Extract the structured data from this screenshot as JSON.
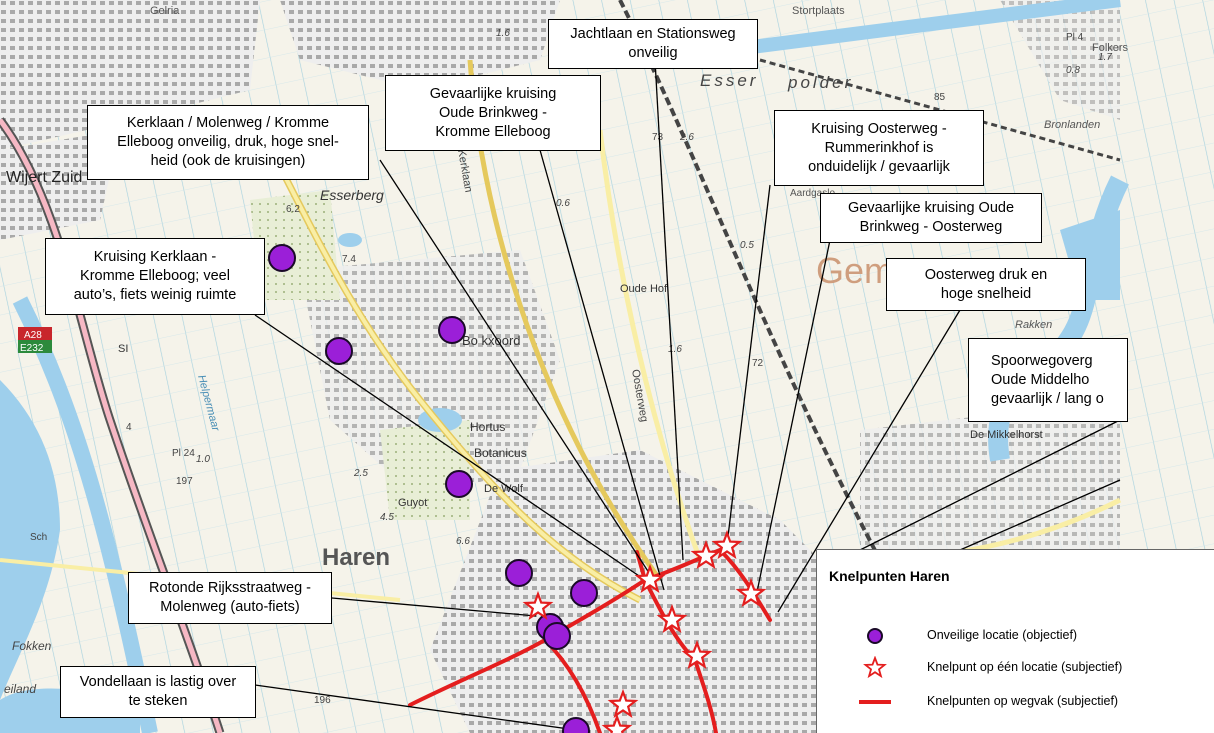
{
  "colors": {
    "water": "#9ecfec",
    "land": "#f4f2e9",
    "field_line": "#8fc6d8",
    "built": "#b9b9b9",
    "road": "#f2e28e",
    "danger": "#e41e1e",
    "dot": "#9b1fd8"
  },
  "callouts": [
    {
      "id": "jachtlaan",
      "text": "Jachtlaan en Stationsweg\nonveilig"
    },
    {
      "id": "oude-brinkweg-kromme",
      "text": "Gevaarlijke kruising\nOude Brinkweg -\nKromme Elleboog"
    },
    {
      "id": "kerklaan-molenweg",
      "text": "Kerklaan / Molenweg / Kromme\nElleboog onveilig, druk, hoge snel-\nheid (ook de kruisingen)"
    },
    {
      "id": "rummerinkhof",
      "text": "Kruising Oosterweg -\nRummerinkhof is\nonduidelijk / gevaarlijk"
    },
    {
      "id": "oude-brinkweg-oosterweg",
      "text": "Gevaarlijke kruising Oude\nBrinkweg - Oosterweg"
    },
    {
      "id": "kerklaan-kromme",
      "text": "Kruising Kerklaan -\nKromme Elleboog; veel\nauto’s, fiets weinig ruimte"
    },
    {
      "id": "oosterweg-druk",
      "text": "Oosterweg druk en\nhoge snelheid"
    },
    {
      "id": "spoorweg",
      "text": "Spoorwegoverg\nOude Middelho\ngevaarlijk / lang o"
    },
    {
      "id": "rotonde",
      "text": "Rotonde Rijksstraatweg -\nMolenweg (auto-fiets)"
    },
    {
      "id": "vondellaan",
      "text": "Vondellaan is lastig over\nte steken"
    }
  ],
  "map_labels": {
    "stortplaats": "Stortplaats",
    "folkers": "Folkers",
    "gelria": "Gelria",
    "esser": "Esser",
    "polder": "polder",
    "bronlanden": "Bronlanden",
    "wijert": "Wijert Zuid",
    "esserberg": "Esserberg",
    "aardgas": "Aardgaslo",
    "gem": "Gem",
    "oude_hof": "Oude Hof",
    "rakken": "Rakken",
    "a28": "A28",
    "e232": "E232",
    "si": "SI",
    "boekxoord": "Bo   kxoord",
    "hortus": "Hortus",
    "botanicus": "Botanicus",
    "de_mikkelhorst": "De Mikkelhorst",
    "guyot": "Guyot",
    "de_wolf": "De Wolf",
    "haren": "Haren",
    "fokken": "Fokken",
    "eiland": "eiland",
    "oosterweg": "Oosterweg",
    "kerklaan": "Kerklaan",
    "helpermaar": "Helpermaar",
    "pl24": "Pl 24",
    "n197": "197",
    "n196": "196",
    "n73": "73",
    "n85": "85",
    "n4": "4",
    "h62": "6.2",
    "h74": "7.4",
    "h16": "1.6",
    "h16b": "1.6",
    "h26": "2.6",
    "h06": "0.6",
    "h05": "0.5",
    "h25": "2.5",
    "h45": "4.5",
    "h66": "6.6",
    "h10": "1.0",
    "h08": "0.8",
    "h17": "1.7",
    "pl4": "Pl 4",
    "h72": "72",
    "sch": "Sch"
  },
  "legend": {
    "title": "Knelpunten Haren",
    "items": [
      {
        "symbol": "purple-dot",
        "label": "Onveilige locatie (objectief)"
      },
      {
        "symbol": "red-star",
        "label": "Knelpunt op één locatie (subjectief)"
      },
      {
        "symbol": "red-line",
        "label": "Knelpunten op wegvak (subjectief)"
      }
    ]
  }
}
